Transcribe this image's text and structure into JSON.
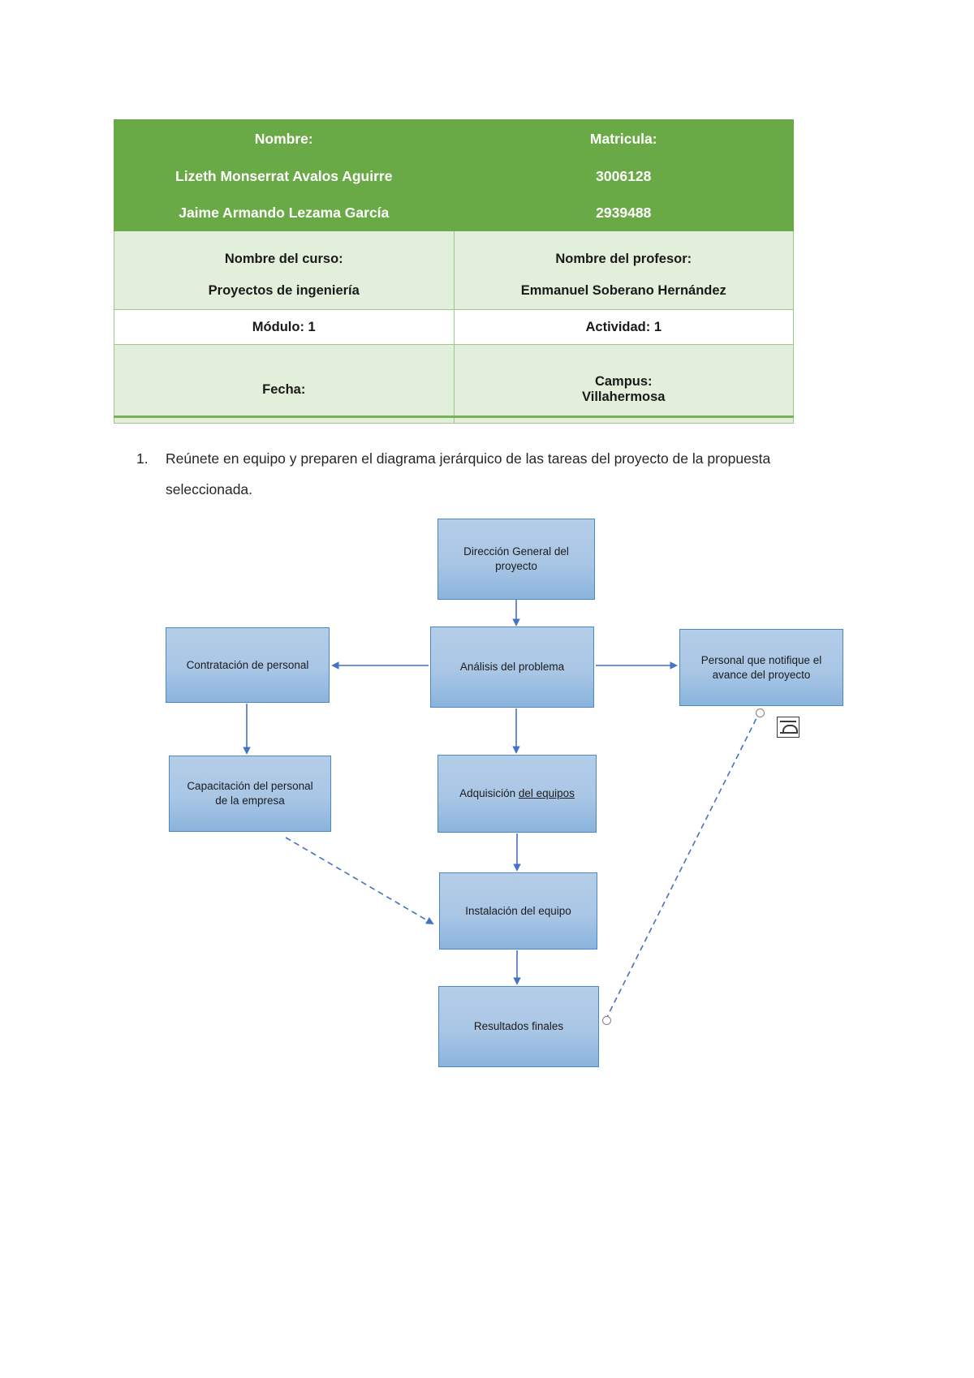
{
  "header_table": {
    "green_block": {
      "col1_header": "Nombre:",
      "col2_header": "Matricula:",
      "students": [
        {
          "name": "Lizeth Monserrat Avalos Aguirre",
          "id": "3006128"
        },
        {
          "name": "Jaime Armando Lezama García",
          "id": "2939488"
        }
      ]
    },
    "course_row": {
      "course_label": "Nombre del curso:",
      "course_value": "Proyectos de ingeniería",
      "teacher_label": "Nombre del profesor:",
      "teacher_value": "Emmanuel Soberano Hernández"
    },
    "module_row": {
      "module": "Módulo: 1",
      "activity": "Actividad:  1"
    },
    "footer_row": {
      "date_label": "Fecha:",
      "campus_label": "Campus:",
      "campus_value": "Villahermosa"
    },
    "colors": {
      "header_green": "#6aaa46",
      "light_green": "#e2efda",
      "border_green": "#9ec68a"
    }
  },
  "instructions": [
    {
      "number": "1.",
      "text": "Reúnete en equipo y preparen el diagrama jerárquico de las tareas del proyecto de la propuesta seleccionada."
    }
  ],
  "diagram": {
    "type": "hierarchical-flowchart",
    "node_fill": "#a9c6e5",
    "node_border": "#4a89c8",
    "connector_color": "#4472c4",
    "nodes": [
      {
        "id": "direccion",
        "label_line1": "Dirección General del",
        "label_line2": "proyecto"
      },
      {
        "id": "analisis",
        "label_line1": "Análisis del problema",
        "label_line2": ""
      },
      {
        "id": "contratacion",
        "label_line1": "Contratación de personal",
        "label_line2": ""
      },
      {
        "id": "personal",
        "label_line1": "Personal que notifique el",
        "label_line2": "avance del proyecto"
      },
      {
        "id": "capacitacion",
        "label_line1": "Capacitación del personal",
        "label_line2": "de la empresa"
      },
      {
        "id": "adquisicion",
        "label_line1": "Adquisición ",
        "label_line2_underlined": "del equipos"
      },
      {
        "id": "instalacion",
        "label_line1": "Instalación del equipo",
        "label_line2": ""
      },
      {
        "id": "resultados",
        "label_line1": "Resultados finales",
        "label_line2": ""
      }
    ],
    "connectors": [
      {
        "from": "direccion",
        "to": "analisis",
        "style": "solid"
      },
      {
        "from": "analisis",
        "to": "contratacion",
        "style": "solid"
      },
      {
        "from": "analisis",
        "to": "personal",
        "style": "solid"
      },
      {
        "from": "contratacion",
        "to": "capacitacion",
        "style": "solid"
      },
      {
        "from": "analisis",
        "to": "adquisicion",
        "style": "solid"
      },
      {
        "from": "capacitacion",
        "to": "instalacion",
        "style": "dashed"
      },
      {
        "from": "adquisicion",
        "to": "instalacion",
        "style": "solid"
      },
      {
        "from": "instalacion",
        "to": "resultados",
        "style": "solid"
      },
      {
        "from": "resultados",
        "to": "personal",
        "style": "dashed"
      }
    ]
  }
}
